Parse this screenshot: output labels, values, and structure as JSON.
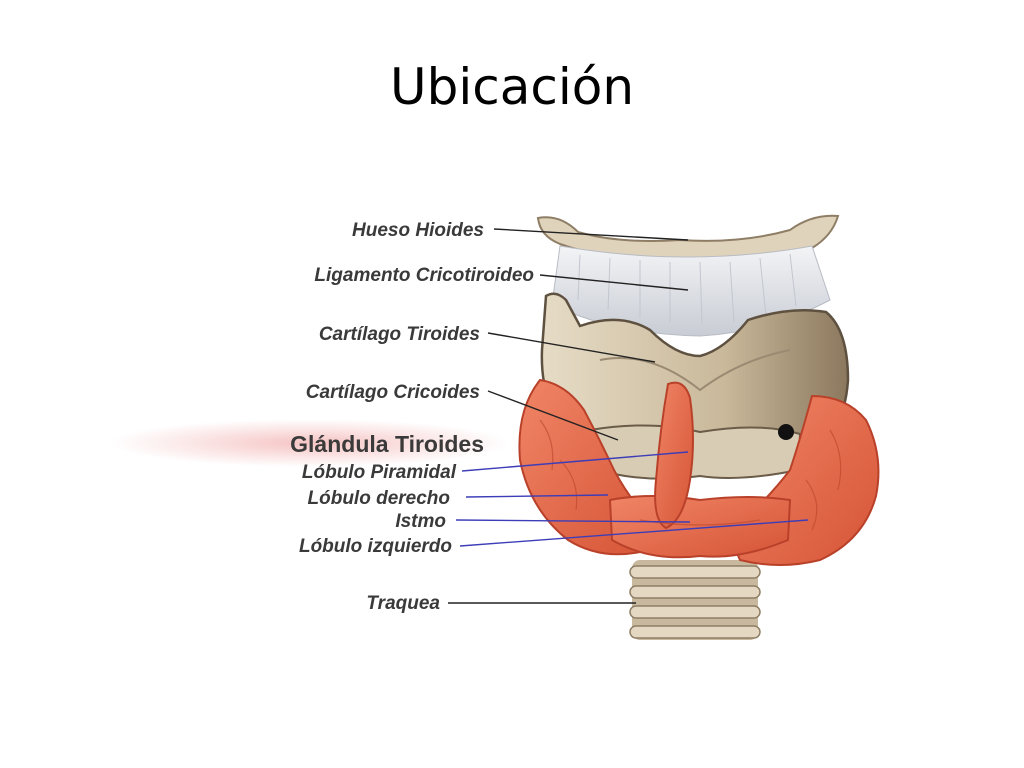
{
  "title": "Ubicación",
  "labels": {
    "hueso_hioides": "Hueso Hioides",
    "ligamento_cricotiroideo": "Ligamento Cricotiroideo",
    "cartilago_tiroides": "Cartílago Tiroides",
    "cartilago_cricoides": "Cartílago Cricoides",
    "glandula_tiroides": "Glándula Tiroides",
    "lobulo_piramidal": "Lóbulo Piramidal",
    "lobulo_derecho": "Lóbulo derecho",
    "istmo": "Istmo",
    "lobulo_izquierdo": "Lóbulo izquierdo",
    "traquea": "Traquea"
  },
  "colors": {
    "gland": "#e8694d",
    "gland_dark": "#b9412a",
    "cartilage": "#d6c8b0",
    "cartilage_dark": "#8f7e66",
    "ligament": "#e9ebef",
    "leader_dark": "#222222",
    "leader_blue": "#3d3db8",
    "highlight_glow": "#f6c9c9"
  }
}
